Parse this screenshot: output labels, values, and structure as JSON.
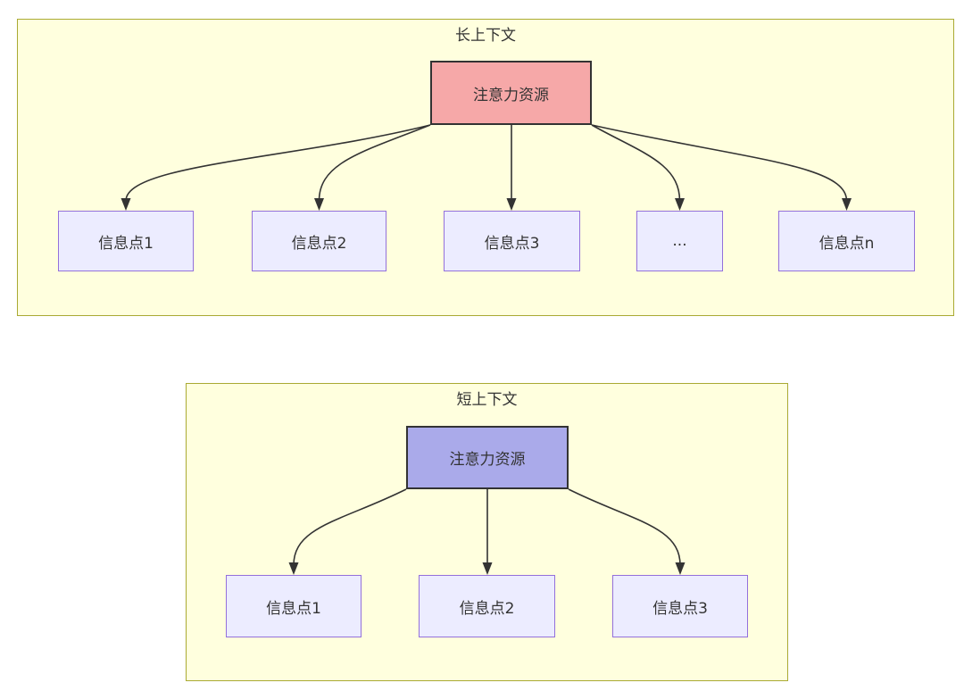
{
  "colors": {
    "container_fill": "#ffffde",
    "container_border": "#aaaa33",
    "node_fill": "#ececff",
    "node_border": "#9370db",
    "attention_long_fill": "#f6a8a8",
    "attention_short_fill": "#aaaaea",
    "attention_border": "#333333",
    "arrow": "#333333",
    "text": "#333333"
  },
  "long_context": {
    "title": "长上下文",
    "attention_label": "注意力资源",
    "info_points": [
      {
        "label": "信息点1"
      },
      {
        "label": "信息点2"
      },
      {
        "label": "信息点3"
      },
      {
        "label": "..."
      },
      {
        "label": "信息点n"
      }
    ]
  },
  "short_context": {
    "title": "短上下文",
    "attention_label": "注意力资源",
    "info_points": [
      {
        "label": "信息点1"
      },
      {
        "label": "信息点2"
      },
      {
        "label": "信息点3"
      }
    ]
  }
}
